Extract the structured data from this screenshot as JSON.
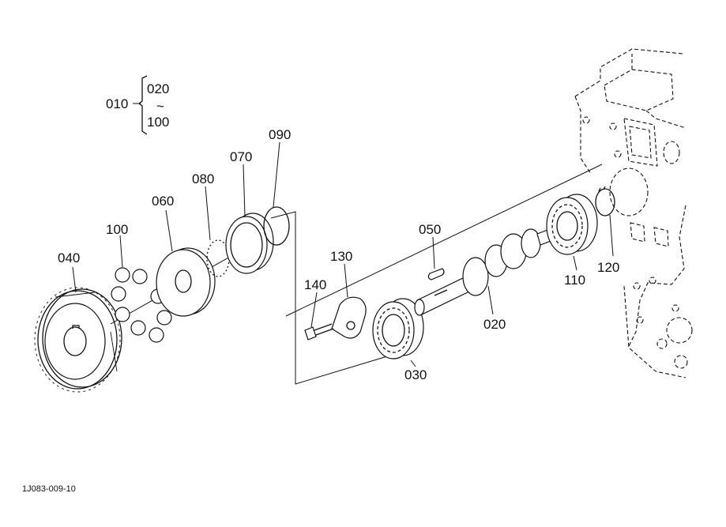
{
  "assembly": {
    "main_callout": "010",
    "range_start": "020",
    "range_sep": "~",
    "range_end": "100"
  },
  "callouts": {
    "p020": "020",
    "p030": "030",
    "p040": "040",
    "p050": "050",
    "p060": "060",
    "p070": "070",
    "p080": "080",
    "p090": "090",
    "p100": "100",
    "p110": "110",
    "p120": "120",
    "p130": "130",
    "p140": "140"
  },
  "figure_id": "1J083-009-10"
}
